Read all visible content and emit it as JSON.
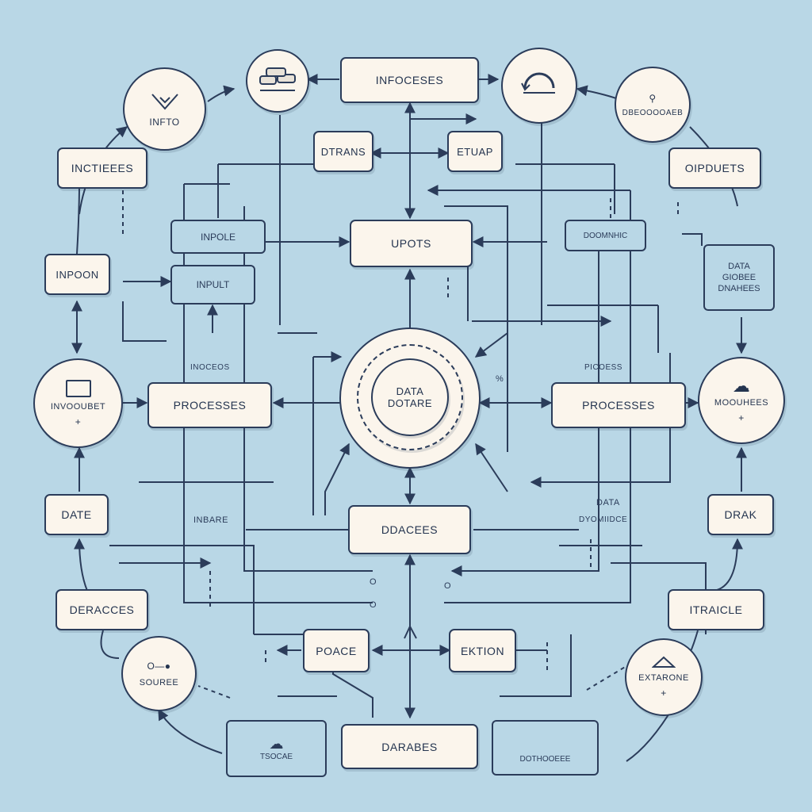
{
  "nodes": {
    "top_center": "INFOCESES",
    "inputs_left": "INCTIEEES",
    "outputs_right": "OIPDUETS",
    "inpoon": "INPOON",
    "center_top": "UPOTS",
    "drans": "DTRANS",
    "etuap": "ETUAP",
    "processes_left": "PROCESSES",
    "processes_right": "PROCESSES",
    "date": "DATE",
    "drak": "DRAK",
    "center_bottom": "DDACEES",
    "deraces": "DERACCES",
    "itraicle": "ITRAICLE",
    "poace": "POACE",
    "ektion": "EKTION",
    "bottom_center": "DARABES"
  },
  "circles": {
    "center_line1": "DATA",
    "center_line2": "DOTARE",
    "infto": "INFTO",
    "dbeoorad": "DBEOOOOAEB",
    "invoouet": "INVOOUBET",
    "moouhees": "MOOUHEES",
    "source": "SOUREE",
    "extarone": "EXTARONE"
  },
  "small_boxes": {
    "inpole": "INPOLE",
    "input": "INPULT",
    "doomnhic": "DOOMNHIC",
    "data_right_line1": "DATA",
    "data_right_line2": "GIOBEE",
    "data_right_line3": "DNAHEES",
    "bottom_left_label": "TSOCAE",
    "bottom_right_label": "DOTHOOEEE"
  },
  "labels": {
    "noceos": "INOCEOS",
    "picoess": "PICOESS",
    "inbare": "INBARE",
    "data_right": "DATA",
    "dyonecde": "DYOMIIDCE",
    "zero_a": "O",
    "zero_b": "O",
    "zero_c": "O",
    "percent": "%"
  },
  "colors": {
    "background": "#b9d7e6",
    "node_fill": "#fbf5ec",
    "stroke": "#2b3c5a"
  }
}
